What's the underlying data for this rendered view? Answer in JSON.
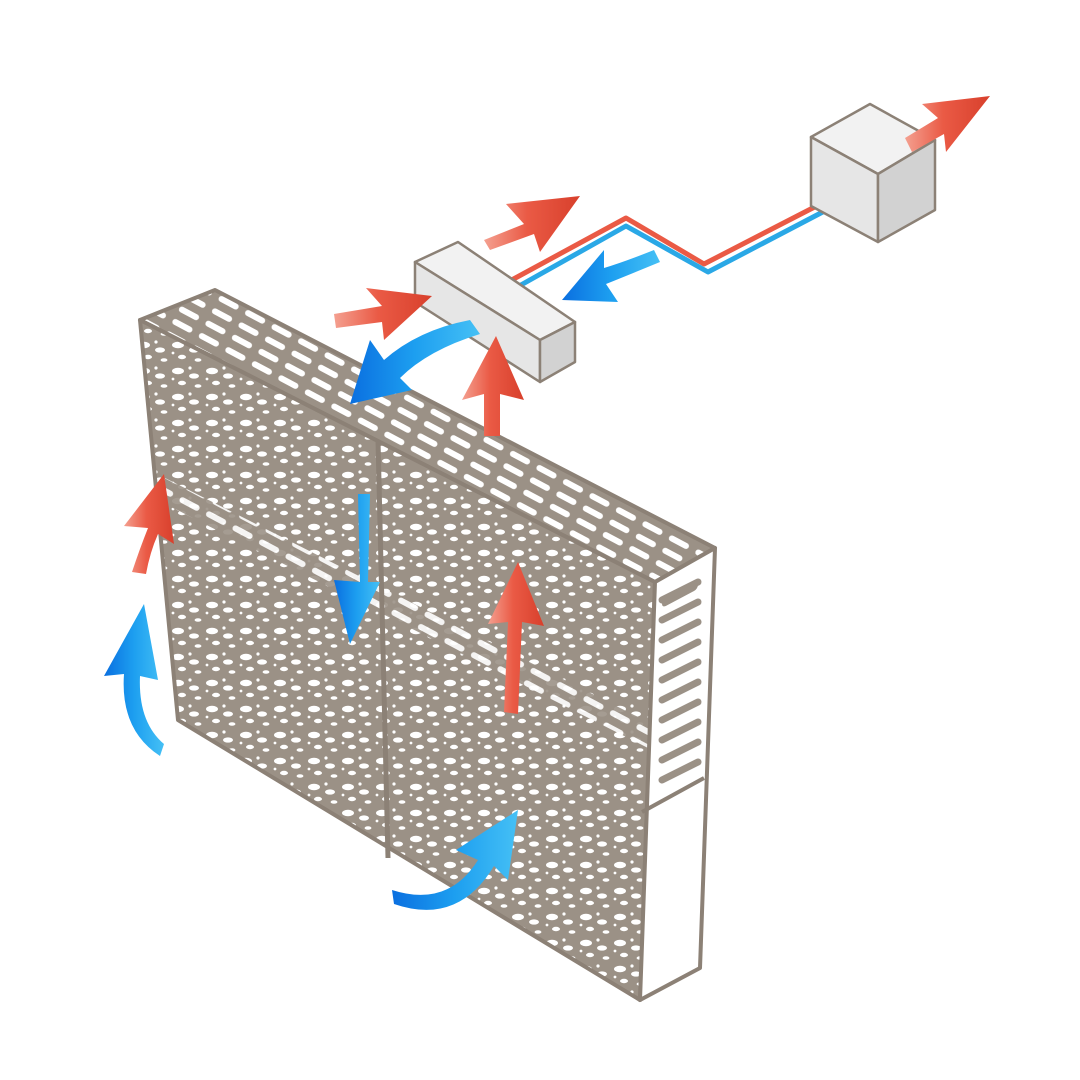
{
  "colors": {
    "background": "#ffffff",
    "wall_fill": "#9b9186",
    "wall_hole": "#ffffff",
    "outline": "#8c8176",
    "box_top": "#f2f2f2",
    "box_front": "#e6e6e6",
    "box_side": "#d2d2d2",
    "hot_air": "#e8533e",
    "hot_air_light": "#f4a090",
    "cold_air": "#1d9ff0",
    "cold_air_dark": "#0a6fe0",
    "pipe_hot": "#ea5a45",
    "pipe_cold": "#2aa8e6"
  },
  "components": {
    "wall": "porous-block-wall",
    "heat_exchanger": "elongated-box-unit",
    "outdoor_unit": "cube-unit",
    "pipe": "dual-refrigerant-line"
  },
  "flows": {
    "hot": [
      "outdoor-exhaust",
      "unit-exhaust",
      "unit-intake",
      "wall-rise-top",
      "wall-left-rise",
      "wall-center-rise"
    ],
    "cold": [
      "unit-return",
      "unit-to-wall",
      "wall-center-down",
      "wall-left-intake",
      "wall-bottom-intake"
    ]
  }
}
